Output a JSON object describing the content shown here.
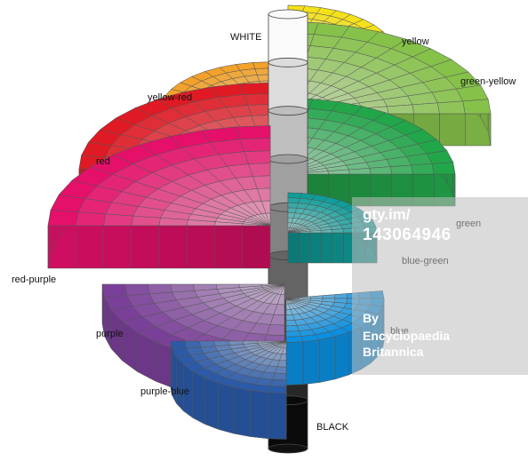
{
  "labels": {
    "white": "WHITE",
    "black": "BLACK",
    "yellow": "yellow",
    "green_yellow": "green-yellow",
    "yellow_red": "yellow-red",
    "red": "red",
    "green": "green",
    "blue_green": "blue-green",
    "red_purple": "red-purple",
    "purple": "purple",
    "blue": "blue",
    "purple_blue": "purple-blue"
  },
  "watermark": {
    "site": "gty.im/",
    "id": "143064946",
    "credit_1": "By",
    "credit_2": "Encyclopaedia",
    "credit_3": "Britannica"
  },
  "hues": [
    {
      "key": "yellow",
      "color": "#f5e11a",
      "side": "right"
    },
    {
      "key": "green_yellow",
      "color": "#86c24a",
      "side": "right"
    },
    {
      "key": "green",
      "color": "#22a64a",
      "side": "right"
    },
    {
      "key": "blue_green",
      "color": "#0e9e9a",
      "side": "right"
    },
    {
      "key": "blue",
      "color": "#0b8fe0",
      "side": "right"
    },
    {
      "key": "yellow_red",
      "color": "#f2a22a",
      "side": "left"
    },
    {
      "key": "red",
      "color": "#e01a24",
      "side": "left"
    },
    {
      "key": "red_purple",
      "color": "#e5106a",
      "side": "left"
    },
    {
      "key": "purple",
      "color": "#7a3f98",
      "side": "left"
    },
    {
      "key": "purple_blue",
      "color": "#2a5aa8",
      "side": "left"
    }
  ]
}
